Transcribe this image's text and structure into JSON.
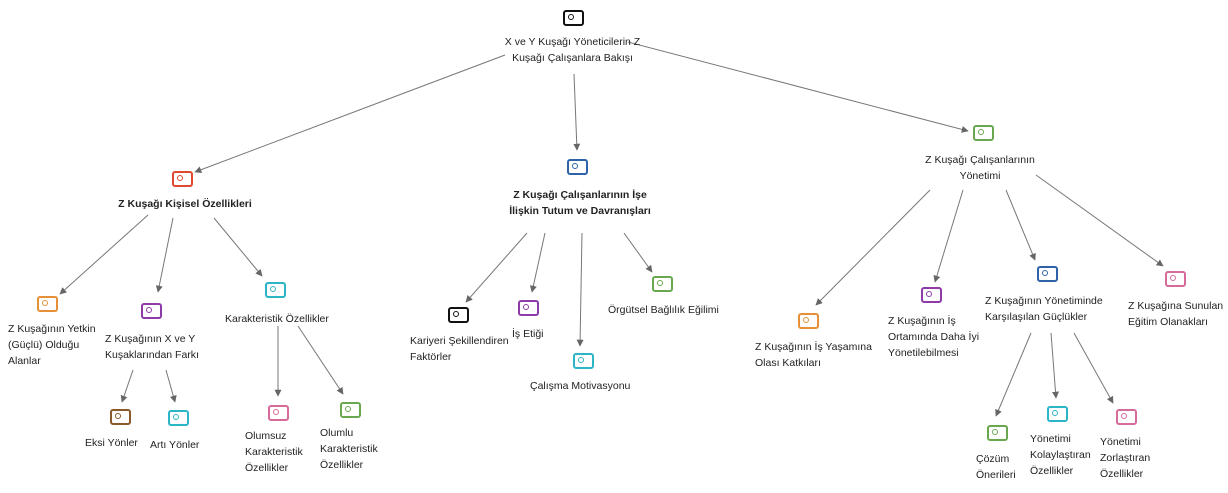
{
  "nodes": [
    {
      "id": "root",
      "label": "X ve Y Kuşağı Yöneticilerin Z\nKuşağı Çalışanlara Bakışı",
      "color": "#111111",
      "bold": false
    },
    {
      "id": "kisisel",
      "label": "Z Kuşağı Kişisel Özellikleri",
      "color": "#e0492f",
      "bold": true
    },
    {
      "id": "tutum",
      "label": "Z Kuşağı Çalışanlarının İşe\nİlişkin Tutum ve Davranışları",
      "color": "#2f63a8",
      "bold": true
    },
    {
      "id": "yonetim",
      "label": "Z Kuşağı Çalışanlarının\nYönetimi",
      "color": "#6aa84f",
      "bold": false
    },
    {
      "id": "yetkin",
      "label": "Z Kuşağının Yetkin\n(Güçlü) Olduğu\nAlanlar",
      "color": "#e69138",
      "bold": false
    },
    {
      "id": "fark",
      "label": "Z Kuşağının X ve Y\nKuşaklarından Farkı",
      "color": "#8e3ba8",
      "bold": false
    },
    {
      "id": "karakteristik",
      "label": "Karakteristik Özellikler",
      "color": "#2bb5c7",
      "bold": false
    },
    {
      "id": "eksi",
      "label": "Eksi Yönler",
      "color": "#8a5a2b",
      "bold": false
    },
    {
      "id": "arti",
      "label": "Artı Yönler",
      "color": "#2bb5c7",
      "bold": false
    },
    {
      "id": "olumsuz",
      "label": "Olumsuz\nKarakteristik\nÖzellikler",
      "color": "#d66a9a",
      "bold": false
    },
    {
      "id": "olumlu",
      "label": "Olumlu\nKarakteristik\nÖzellikler",
      "color": "#6aa84f",
      "bold": false
    },
    {
      "id": "kariyer",
      "label": "Kariyeri Şekillendiren\nFaktörler",
      "color": "#111111",
      "bold": false
    },
    {
      "id": "isetigi",
      "label": "İş Etiği",
      "color": "#8e3ba8",
      "bold": false
    },
    {
      "id": "motivasyon",
      "label": "Çalışma Motivasyonu",
      "color": "#2bb5c7",
      "bold": false
    },
    {
      "id": "baglilik",
      "label": "Örgütsel Bağlılık Eğilimi",
      "color": "#6aa84f",
      "bold": false
    },
    {
      "id": "katki",
      "label": "Z Kuşağının İş Yaşamına\nOlası Katkıları",
      "color": "#e69138",
      "bold": false
    },
    {
      "id": "ortam",
      "label": "Z Kuşağının İş\nOrtamında Daha İyi\nYönetilebilmesi",
      "color": "#8e3ba8",
      "bold": false
    },
    {
      "id": "gucluk",
      "label": "Z Kuşağının Yönetiminde\nKarşılaşılan Güçlükler",
      "color": "#2f63a8",
      "bold": false
    },
    {
      "id": "egitim",
      "label": "Z Kuşağına Sunulan\nEğitim Olanakları",
      "color": "#d66a9a",
      "bold": false
    },
    {
      "id": "cozum",
      "label": "Çözüm\nÖnerileri",
      "color": "#6aa84f",
      "bold": false
    },
    {
      "id": "kolay",
      "label": "Yönetimi\nKolaylaştıran\nÖzellikler",
      "color": "#2bb5c7",
      "bold": false
    },
    {
      "id": "zor",
      "label": "Yönetimi\nZorlaştıran\nÖzellikler",
      "color": "#d66a9a",
      "bold": false
    }
  ],
  "edges": [
    [
      "root",
      "kisisel"
    ],
    [
      "root",
      "tutum"
    ],
    [
      "root",
      "yonetim"
    ],
    [
      "kisisel",
      "yetkin"
    ],
    [
      "kisisel",
      "fark"
    ],
    [
      "kisisel",
      "karakteristik"
    ],
    [
      "fark",
      "eksi"
    ],
    [
      "fark",
      "arti"
    ],
    [
      "karakteristik",
      "olumsuz"
    ],
    [
      "karakteristik",
      "olumlu"
    ],
    [
      "tutum",
      "kariyer"
    ],
    [
      "tutum",
      "isetigi"
    ],
    [
      "tutum",
      "motivasyon"
    ],
    [
      "tutum",
      "baglilik"
    ],
    [
      "yonetim",
      "katki"
    ],
    [
      "yonetim",
      "ortam"
    ],
    [
      "yonetim",
      "gucluk"
    ],
    [
      "yonetim",
      "egitim"
    ],
    [
      "gucluk",
      "cozum"
    ],
    [
      "gucluk",
      "kolay"
    ],
    [
      "gucluk",
      "zor"
    ]
  ]
}
